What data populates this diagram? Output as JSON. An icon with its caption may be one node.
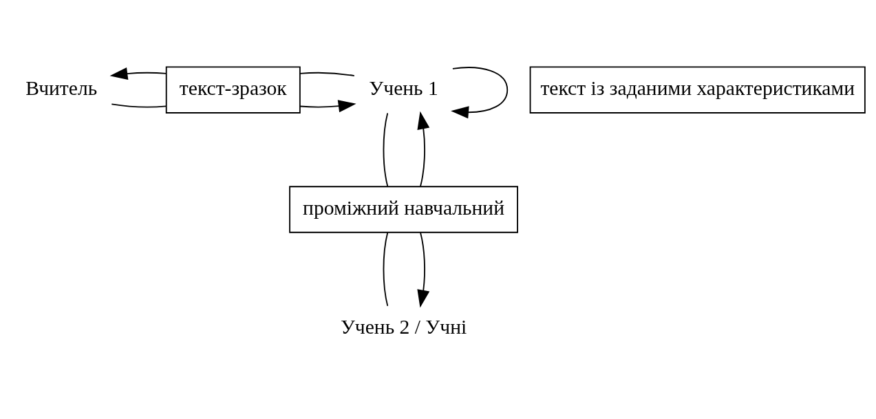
{
  "diagram": {
    "nodes": [
      {
        "text": [
          "Вчитель"
        ]
      },
      {
        "text": [
          "текст-зразок"
        ]
      },
      {
        "text": [
          "Учень 1"
        ]
      },
      {
        "text": [
          "текст із заданими характеристиками"
        ]
      },
      {
        "text": [
          "проміжний навчальний"
        ]
      },
      {
        "text": [
          "Учень 2 / Учні"
        ]
      }
    ],
    "edges": [
      {
        "from": 0,
        "to": 1,
        "arrow": "none"
      },
      {
        "from": 1,
        "to": 2,
        "arrow": "to"
      },
      {
        "from": 2,
        "to": 1,
        "arrow": "none"
      },
      {
        "from": 1,
        "to": 0,
        "arrow": "to"
      },
      {
        "from": 2,
        "to": 2,
        "arrow": "to"
      },
      {
        "from": 4,
        "to": 2,
        "arrow": "to"
      },
      {
        "from": 2,
        "to": 4,
        "arrow": "none"
      },
      {
        "from": 4,
        "to": 5,
        "arrow": "none"
      },
      {
        "from": 4,
        "to": 5,
        "arrow": "to"
      }
    ]
  }
}
